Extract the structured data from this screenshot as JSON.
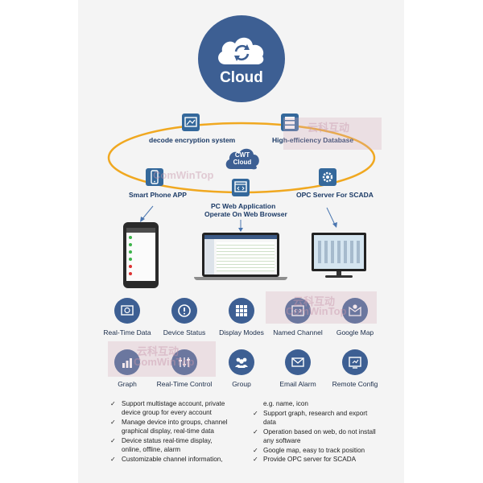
{
  "cloud": {
    "title": "Cloud"
  },
  "nodes": {
    "decode": "decode encryption system",
    "database": "High-efficiency Database",
    "cwt_line1": "CWT",
    "cwt_line2": "Cloud",
    "phone": "Smart Phone APP",
    "pc_line1": "PC Web Application",
    "pc_line2": "Operate On Web Browser",
    "opc": "OPC Server For SCADA"
  },
  "features": [
    {
      "label": "Real-Time Data",
      "icon": "realtime-data-icon"
    },
    {
      "label": "Device Status",
      "icon": "device-status-icon"
    },
    {
      "label": "Display Modes",
      "icon": "display-modes-icon"
    },
    {
      "label": "Named Channel",
      "icon": "named-channel-icon"
    },
    {
      "label": "Google Map",
      "icon": "google-map-icon"
    },
    {
      "label": "Graph",
      "icon": "graph-icon"
    },
    {
      "label": "Real-Time Control",
      "icon": "realtime-control-icon"
    },
    {
      "label": "Group",
      "icon": "group-icon"
    },
    {
      "label": "Email Alarm",
      "icon": "email-alarm-icon"
    },
    {
      "label": "Remote Config",
      "icon": "remote-config-icon"
    }
  ],
  "bullets_left": [
    [
      "Support multistage account, private",
      "device group for every account"
    ],
    [
      "Manage device into groups, channel",
      "graphical display, real-time data"
    ],
    [
      "Device status real-time display,",
      "online, offline, alarm"
    ],
    [
      "Customizable channel information,"
    ]
  ],
  "bullets_right": [
    {
      "bullet": false,
      "lines": [
        "e.g. name, icon"
      ]
    },
    {
      "bullet": true,
      "lines": [
        "Support graph, research and export",
        "data"
      ]
    },
    {
      "bullet": true,
      "lines": [
        "Operation based on web, do not install",
        "any software"
      ]
    },
    {
      "bullet": true,
      "lines": [
        "Google map, easy to track position"
      ]
    },
    {
      "bullet": true,
      "lines": [
        "Provide OPC server for SCADA"
      ]
    }
  ],
  "watermark": {
    "cn": "云科互动",
    "en": "ComWinTop"
  },
  "colors": {
    "navy": "#3d5f93",
    "orbit": "#f0a820",
    "label": "#1b3a66"
  }
}
